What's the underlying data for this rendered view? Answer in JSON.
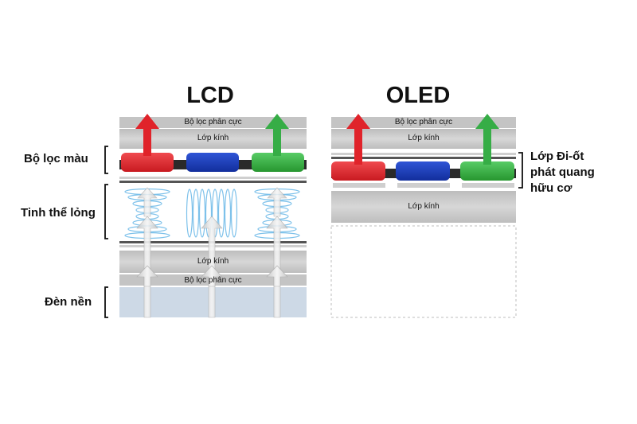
{
  "lcd": {
    "title": "LCD",
    "polarizer_top": "Bộ lọc phân cực",
    "glass_top": "Lớp kính",
    "glass_bottom": "Lớp kính",
    "polarizer_bottom": "Bộ lọc phân cực",
    "labels": {
      "color_filter": "Bộ lọc màu",
      "liquid_crystal": "Tinh thể lỏng",
      "backlight": "Đèn nền"
    }
  },
  "oled": {
    "title": "OLED",
    "polarizer": "Bộ lọc phân cực",
    "glass_top": "Lớp kính",
    "glass_bottom": "Lớp kính",
    "diode_label": [
      "Lớp Đi-ốt",
      "phát quang",
      "hữu cơ"
    ]
  },
  "colors": {
    "red": "#e8262b",
    "blue": "#1b3fbf",
    "green": "#3ab54a",
    "backlight": "#cdd9e6",
    "crystal": "#9cd0ee"
  }
}
